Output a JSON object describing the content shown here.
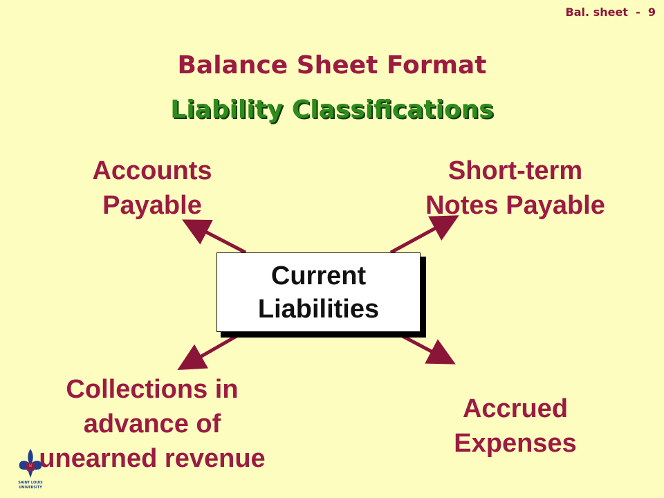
{
  "slide_number": "Bal. sheet  -  9",
  "title": "Balance Sheet Format",
  "subtitle": "Liability Classifications",
  "center": [
    "Current",
    "Liabilities"
  ],
  "items": {
    "top_left": [
      "Accounts",
      "Payable"
    ],
    "top_right": [
      "Short-term",
      "Notes Payable"
    ],
    "bottom_left": [
      "Collections in",
      "advance of",
      "unearned revenue"
    ],
    "bottom_right": [
      "Accrued",
      "Expenses"
    ]
  },
  "logo": {
    "line1": "SAINT LOUIS",
    "line2": "UNIVERSITY",
    "icon": "fleur-de-lis-icon"
  },
  "colors": {
    "background": "#fdfdbf",
    "title": "#9b1b42",
    "subtitle": "#2e8b1c",
    "arrow": "#8b1538"
  }
}
